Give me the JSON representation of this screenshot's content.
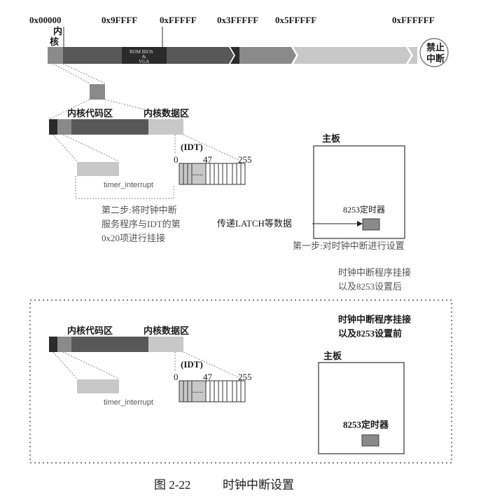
{
  "memory_map": {
    "addresses": [
      "0x00000",
      "0x9FFFF",
      "0xFFFFF",
      "0x3FFFFF",
      "0x5FFFFF",
      "0xFFFFFF"
    ],
    "kernel_label": "内核",
    "rom_label": "ROM BIOS",
    "rom_amp": "&",
    "vga_label": "VGA",
    "disable_interrupt": [
      "禁止",
      "中断"
    ]
  },
  "after": {
    "kernel_code": "内核代码区",
    "kernel_data": "内核数据区",
    "idt_label": "(IDT)",
    "idt_index_start": "0",
    "idt_index_mid": "47",
    "idt_index_end": "255",
    "idt_dots": "......",
    "timer_interrupt": "timer_interrupt",
    "step2": [
      "第二步:将时钟中断",
      "服务程序与IDT的第",
      "0x20项进行挂接"
    ],
    "mainboard": "主板",
    "timer_chip": "8253定时器",
    "latch_note": "传递LATCH等数据",
    "step1": "第一步:对时钟中断进行设置",
    "state_note": [
      "时钟中断程序挂接",
      "以及8253设置后"
    ]
  },
  "before": {
    "kernel_code": "内核代码区",
    "kernel_data": "内核数据区",
    "idt_label": "(IDT)",
    "idt_index_start": "0",
    "idt_index_mid": "47",
    "idt_index_end": "255",
    "idt_dots": "......",
    "timer_interrupt": "timer_interrupt",
    "state_note": [
      "时钟中断程序挂接",
      "以及8253设置前"
    ],
    "mainboard": "主板",
    "timer_chip": "8253定时器"
  },
  "caption": {
    "number": "图 2-22",
    "title": "时钟中断设置"
  },
  "colors": {
    "dark_gray": "#585858",
    "mid_gray": "#8a8a8a",
    "light_gray": "#c8c8c8",
    "black_bios": "#2b2b2b"
  }
}
